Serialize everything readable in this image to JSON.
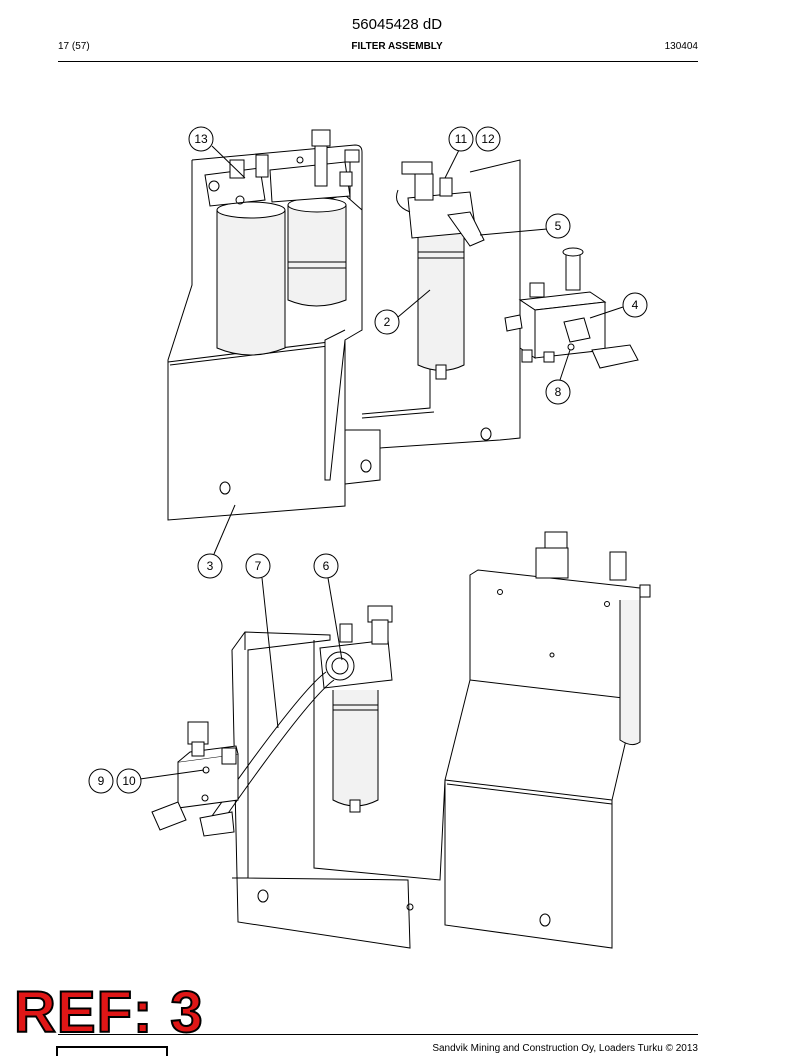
{
  "header": {
    "doc_number": "56045428 dD",
    "page": "17 (57)",
    "title": "FILTER ASSEMBLY",
    "code": "130404"
  },
  "callouts": {
    "c13": "13",
    "c11": "11",
    "c12": "12",
    "c5": "5",
    "c4": "4",
    "c2": "2",
    "c8": "8",
    "c3": "3",
    "c7": "7",
    "c6": "6",
    "c9": "9",
    "c10": "10"
  },
  "stamp": {
    "text": "REF: 3",
    "color": "#e01616"
  },
  "footer": {
    "copyright": "Sandvik Mining and Construction Oy, Loaders Turku © 2013"
  }
}
